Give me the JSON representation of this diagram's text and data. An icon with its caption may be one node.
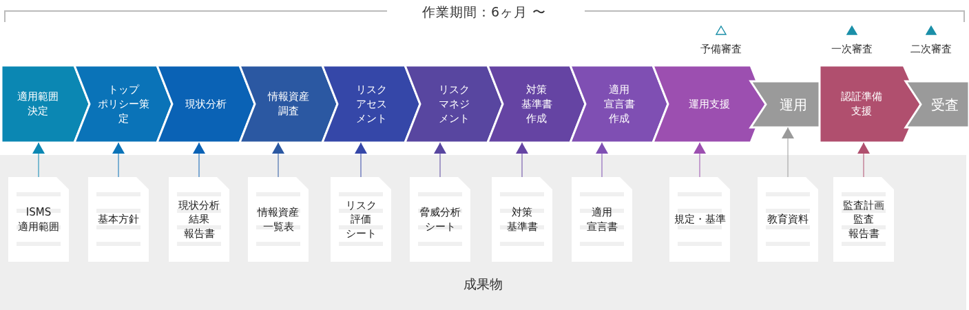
{
  "diagram": {
    "nodes": [
      {
        "text": [
          "適用範囲決定"
        ]
      },
      {
        "text": [
          "トップポリシー策定"
        ]
      },
      {
        "text": [
          "現状分析"
        ]
      },
      {
        "text": [
          "情報資産調査"
        ]
      },
      {
        "text": [
          "リスクアセスメント"
        ]
      },
      {
        "text": [
          "リスクマネジメント"
        ]
      },
      {
        "text": [
          "対策基準書作成"
        ]
      },
      {
        "text": [
          "適用宣言書作成"
        ]
      },
      {
        "text": [
          "運用支援"
        ]
      },
      {
        "text": [
          "運用"
        ]
      },
      {
        "text": [
          "認証準備支援"
        ]
      },
      {
        "text": [
          "受査"
        ]
      },
      {
        "text": [
          "成果物"
        ]
      },
      {
        "text": [
          "ISMS適用範囲"
        ],
        "in": 12
      },
      {
        "text": [
          "基本方針"
        ],
        "in": 12
      },
      {
        "text": [
          "現状分析結果報告書"
        ],
        "in": 12
      },
      {
        "text": [
          "情報資産一覧表"
        ],
        "in": 12
      },
      {
        "text": [
          "リスク評価シート"
        ],
        "in": 12
      },
      {
        "text": [
          "脅威分析シート"
        ],
        "in": 12
      },
      {
        "text": [
          "対策基準書"
        ],
        "in": 12
      },
      {
        "text": [
          "適用宣言書"
        ],
        "in": 12
      },
      {
        "text": [
          "規定・基準"
        ],
        "in": 12
      },
      {
        "text": [
          "教育資料"
        ],
        "in": 12
      },
      {
        "text": [
          "監査計画監査報告書"
        ],
        "in": 12
      }
    ],
    "edges": [
      {
        "from": 13,
        "to": 0,
        "arrow": "to",
        "color": "#0b87b3"
      },
      {
        "from": 14,
        "to": 1,
        "arrow": "to",
        "color": "#0a73b8"
      },
      {
        "from": 15,
        "to": 2,
        "arrow": "to",
        "color": "#0a62b5"
      },
      {
        "from": 16,
        "to": 3,
        "arrow": "to",
        "color": "#2b58a2"
      },
      {
        "from": 17,
        "to": 4,
        "arrow": "to",
        "color": "#3547a8"
      },
      {
        "from": 18,
        "to": 5,
        "arrow": "to",
        "color": "#5846a0"
      },
      {
        "from": 19,
        "to": 6,
        "arrow": "to",
        "color": "#6544a3"
      },
      {
        "from": 20,
        "to": 7,
        "arrow": "to",
        "color": "#7f4fb3"
      },
      {
        "from": 21,
        "to": 8,
        "arrow": "to",
        "color": "#9c4fb0"
      },
      {
        "from": 22,
        "to": 9,
        "arrow": "to",
        "color": "#9a9a9a"
      },
      {
        "from": 23,
        "to": 10,
        "arrow": "to",
        "color": "#b04f6e"
      }
    ],
    "labels": [
      "作業期間：6ヶ月 〜",
      "予備審査",
      "一次審査",
      "二次審査"
    ]
  }
}
